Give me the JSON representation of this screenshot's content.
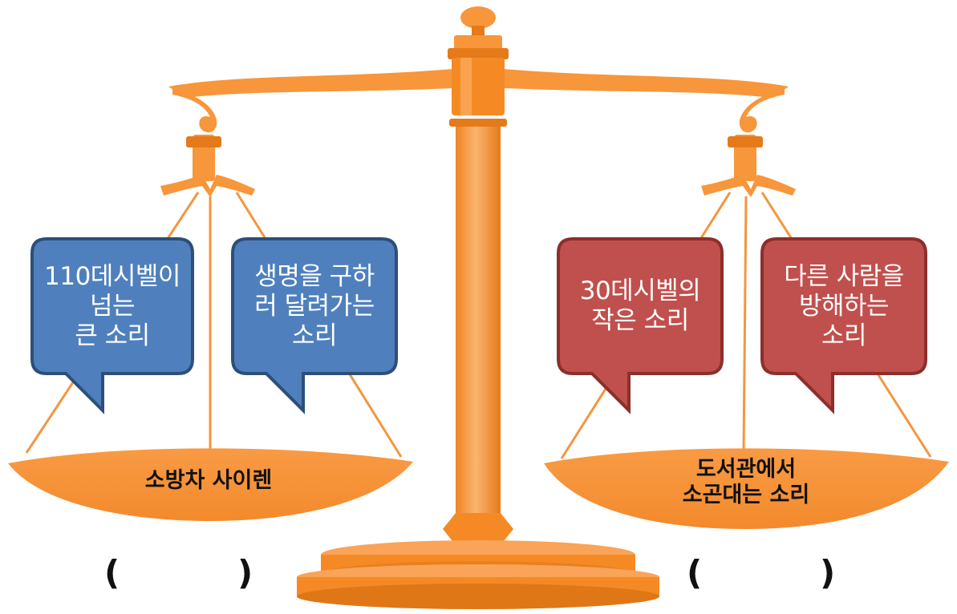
{
  "left": {
    "bubbles": [
      {
        "lines": [
          "110데시벨이",
          "넘는",
          "큰 소리"
        ]
      },
      {
        "lines": [
          "생명을 구하",
          "러 달려가는",
          "소리"
        ]
      }
    ],
    "pan_label": [
      "소방차 사이렌"
    ],
    "answer_open": "(",
    "answer_close": ")"
  },
  "right": {
    "bubbles": [
      {
        "lines": [
          "30데시벨의",
          "작은 소리"
        ]
      },
      {
        "lines": [
          "다른 사람을",
          "방해하는",
          "소리"
        ]
      }
    ],
    "pan_label": [
      "도서관에서",
      "소곤대는 소리"
    ],
    "answer_open": "(",
    "answer_close": ")"
  },
  "colors": {
    "scale": "#F7963B",
    "scale_dark": "#E57A1A",
    "scale_light": "#FBB46E",
    "left_bubble_fill": "#4F80BD",
    "left_bubble_border": "#2E4E7A",
    "right_bubble_fill": "#C0504D",
    "right_bubble_border": "#8C2F2C"
  }
}
